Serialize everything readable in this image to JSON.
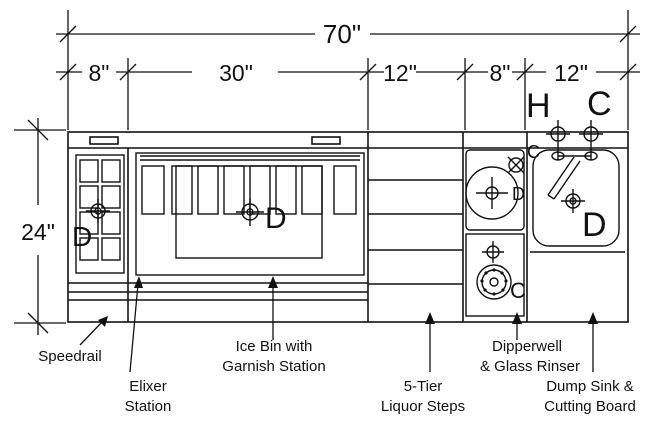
{
  "dimensions": {
    "total_width": "70\"",
    "sections": [
      "8\"",
      "30\"",
      "12\"",
      "8\"",
      "12\""
    ],
    "depth": "24\""
  },
  "utility_codes": {
    "hot": "H",
    "cold": "C",
    "drain": "D"
  },
  "labels": {
    "speedrail": "Speedrail",
    "elixer_1": "Elixer",
    "elixer_2": "Station",
    "ice_bin_1": "Ice Bin with",
    "ice_bin_2": "Garnish Station",
    "liquor_1": "5-Tier",
    "liquor_2": "Liquor Steps",
    "dipper_1": "Dipperwell",
    "dipper_2": "& Glass Rinser",
    "dump_1": "Dump Sink &",
    "dump_2": "Cutting Board"
  }
}
